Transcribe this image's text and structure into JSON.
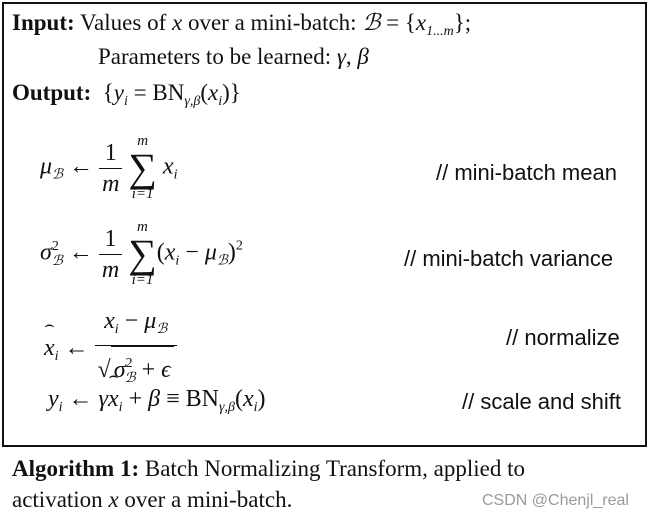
{
  "input_label": "Input:",
  "input_text_a": "Values of ",
  "input_text_b": " over a mini-batch: ",
  "params_text": "Parameters to be learned: ",
  "output_label": "Output:",
  "comments": {
    "mean": "// mini-batch mean",
    "variance": "// mini-batch variance",
    "normalize": "// normalize",
    "scale_shift": "// scale and shift"
  },
  "caption": {
    "label": "Algorithm 1:",
    "text_a": "Batch Normalizing Transform, applied to",
    "text_b": "activation ",
    "text_c": " over a mini-batch."
  },
  "watermark": "CSDN @Chenjl_real"
}
